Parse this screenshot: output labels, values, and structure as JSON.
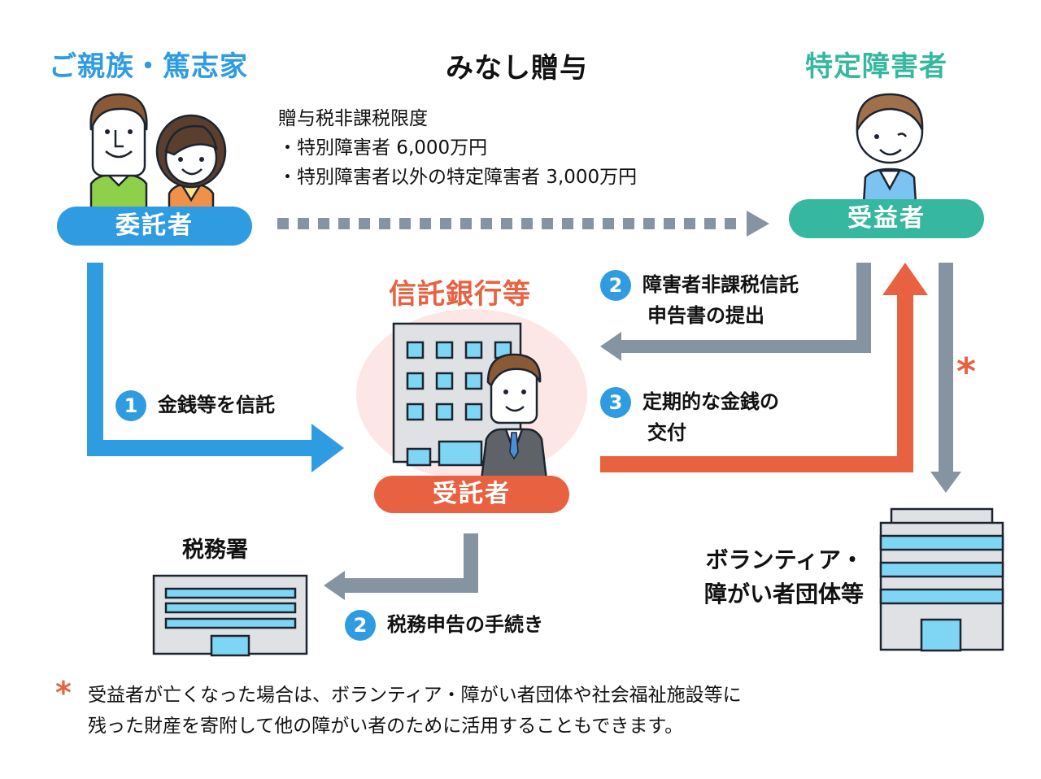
{
  "colors": {
    "blue": "#2f9be0",
    "teal": "#35b7a0",
    "orange": "#e86140",
    "gray_arrow": "#8694a1",
    "pink_circle": "#fde6e6",
    "building_fill": "#dfe1e4",
    "window_fill": "#7fd6f4"
  },
  "headings": {
    "settlor_group": "ご親族・篤志家",
    "deemed_gift": "みなし贈与",
    "beneficiary_group": "特定障害者",
    "trustee_group": "信託銀行等",
    "tax_office": "税務署",
    "organizations_line1": "ボランティア・",
    "organizations_line2": "障がい者団体等"
  },
  "roles": {
    "settlor": "委託者",
    "beneficiary": "受益者",
    "trustee": "受託者"
  },
  "gift_tax_limit": {
    "title": "贈与税非課税限度",
    "items": [
      "・特別障害者 6,000万円",
      "・特別障害者以外の特定障害者 3,000万円"
    ]
  },
  "steps": {
    "step1": {
      "number": "1",
      "label": "金銭等を信託"
    },
    "step2a": {
      "number": "2",
      "line1": "障害者非課税信託",
      "line2": "申告書の提出"
    },
    "step3": {
      "number": "3",
      "line1": "定期的な金銭の",
      "line2": "交付"
    },
    "step2b": {
      "number": "2",
      "label": "税務申告の手続き"
    }
  },
  "asterisk": "*",
  "footnote": {
    "mark": "*",
    "line1": "受益者が亡くなった場合は、ボランティア・障がい者団体や社会福祉施設等に",
    "line2": "残った財産を寄附して他の障がい者のために活用することもできます。"
  }
}
